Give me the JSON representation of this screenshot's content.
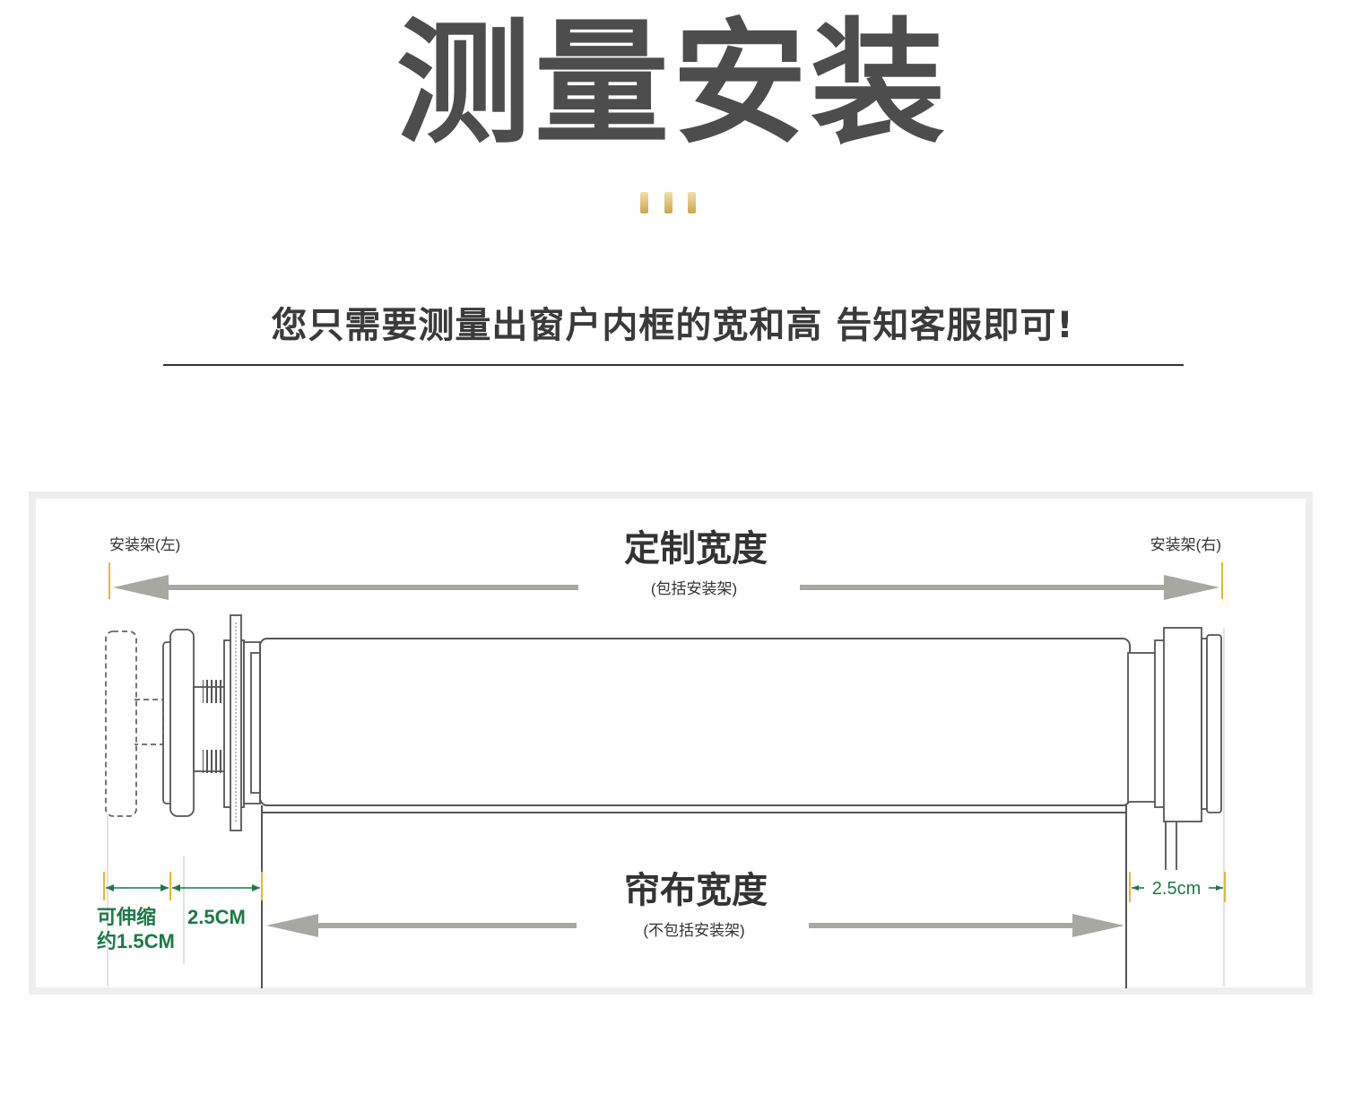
{
  "header": {
    "title": "测量安装",
    "subtitle": "您只需要测量出窗户内框的宽和高 告知客服即可!"
  },
  "diagram": {
    "custom_width": {
      "label": "定制宽度",
      "note": "(包括安装架)"
    },
    "bracket_left": "安装架(左)",
    "bracket_right": "安装架(右)",
    "fabric_width": {
      "label": "帘布宽度",
      "note": "(不包括安装架)"
    },
    "telescopic": {
      "line1": "可伸缩",
      "line2": "约1.5CM"
    },
    "gap_left": "2.5CM",
    "gap_right": "2.5cm"
  },
  "colors": {
    "title_text": "#4d4d4d",
    "accent_gold": "#e0b85a",
    "dimension_green": "#1a7a45",
    "arrow_grey": "#a8a8a3",
    "frame_grey": "#eeeeee"
  }
}
